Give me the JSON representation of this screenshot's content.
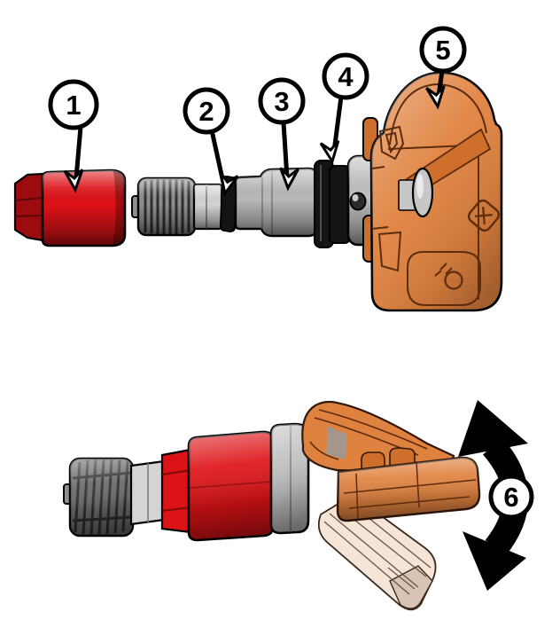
{
  "figure": {
    "kind": "technical-illustration",
    "subject": "tire-pressure-sensor-exploded-and-assembled-views"
  },
  "callouts": [
    {
      "label": "1",
      "name": "valve-cap"
    },
    {
      "label": "2",
      "name": "seal-ring"
    },
    {
      "label": "3",
      "name": "valve-stem-sleeve"
    },
    {
      "label": "4",
      "name": "grommet"
    },
    {
      "label": "5",
      "name": "sensor-body"
    },
    {
      "label": "6",
      "name": "pivot-motion"
    }
  ],
  "colors": {
    "background": "#ffffff",
    "outline": "#000000",
    "cap_red": "#dd1216",
    "cap_red_dark": "#9c0b0e",
    "stem_gray": "#b9b9b9",
    "stem_gray_light": "#d4d4d4",
    "knurl_gray": "#8f8f8f",
    "knurl_gray_dark": "#6a6a6a",
    "knurl_rib": "#2e2e2e",
    "seal_black": "#141414",
    "washer_gray": "#c0c0c0",
    "sensor_orange": "#e0823f",
    "sensor_orange_deep": "#cf6f2c",
    "sensor_line": "#5d2c0c",
    "disc_gray": "#c7c7c7",
    "ghost_peach": "#f6e4d6",
    "ghost_tip": "#d8c4b4",
    "ghost_line": "#4a382b",
    "arrow_black": "#000000",
    "callout_fill": "#ffffff"
  }
}
